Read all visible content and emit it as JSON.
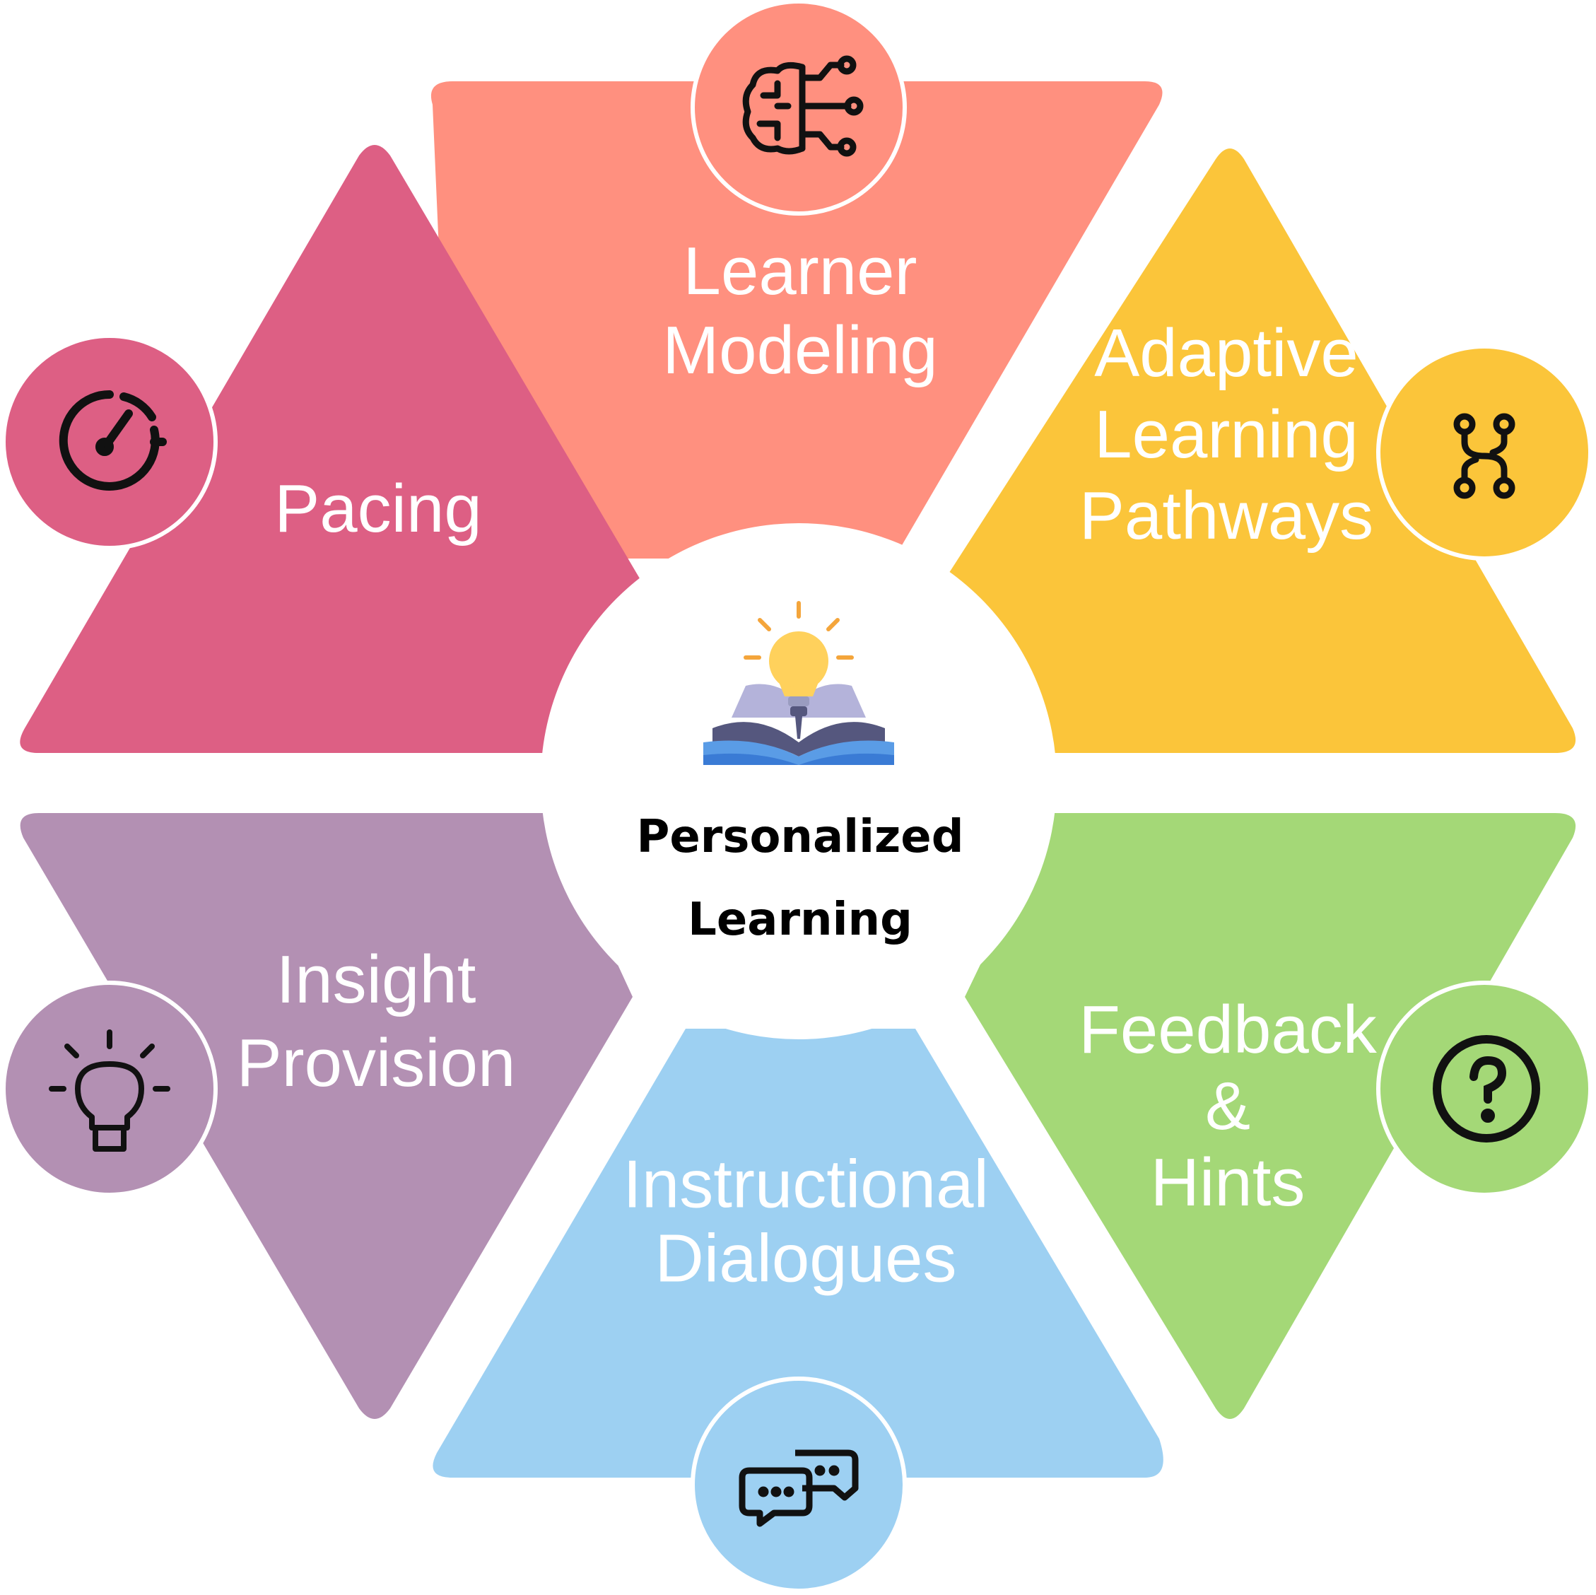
{
  "center": {
    "lines": [
      "Personalized",
      "Learning"
    ],
    "icon": "book-with-lightbulb-icon"
  },
  "colors": {
    "learner_modeling": "#FF907F",
    "adaptive_pathways": "#FBC53A",
    "pacing": "#DD5F84",
    "insight_provision": "#B390B3",
    "instructional_dialogues": "#9DD0F2",
    "feedback_hints": "#A4D877",
    "text": "#ffffff",
    "icon_stroke": "#111111"
  },
  "segments": [
    {
      "key": "learner_modeling",
      "lines": [
        "Learner",
        "Modeling"
      ],
      "icon": "brain-circuit-icon"
    },
    {
      "key": "adaptive_pathways",
      "lines": [
        "Adaptive",
        "Learning",
        "Pathways"
      ],
      "icon": "branching-paths-icon"
    },
    {
      "key": "pacing",
      "lines": [
        "Pacing"
      ],
      "icon": "speedometer-icon"
    },
    {
      "key": "insight_provision",
      "lines": [
        "Insight",
        "Provision"
      ],
      "icon": "lightbulb-icon"
    },
    {
      "key": "instructional_dialogues",
      "lines": [
        "Instructional",
        "Dialogues"
      ],
      "icon": "chat-bubbles-icon"
    },
    {
      "key": "feedback_hints",
      "lines": [
        "Feedback",
        "&",
        "Hints"
      ],
      "icon": "question-circle-icon"
    }
  ]
}
